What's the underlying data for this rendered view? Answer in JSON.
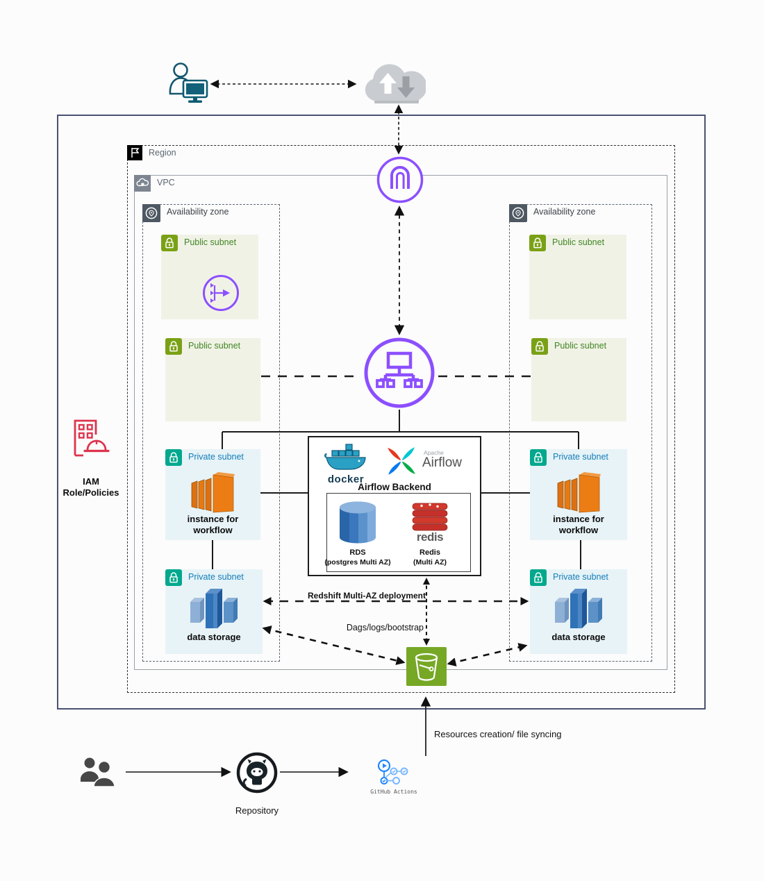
{
  "labels": {
    "region": "Region",
    "vpc": "VPC",
    "availability_zone": "Availability zone",
    "public_subnet": "Public subnet",
    "private_subnet": "Private subnet",
    "ec2_caption": [
      "instance for",
      "workflow"
    ],
    "storage_caption": "data storage",
    "iam_caption": [
      "IAM",
      "Role/Policies"
    ]
  },
  "central": {
    "docker_wordmark": "docker",
    "airflow_apache": "Apache",
    "airflow_wordmark": "Airflow",
    "backend_title": "Airflow Backend",
    "rds_label": "RDS",
    "rds_sub": "(postgres Multi AZ)",
    "redis_wordmark": "redis",
    "redis_label": "Redis",
    "redis_sub": "(Multi AZ)"
  },
  "annotations": {
    "redshift_arrow": "Redshift Multi-AZ deployment",
    "dags_arrow": "Dags/logs/bootstrap",
    "resources_arrow": "Resources creation/ file syncing"
  },
  "footer": {
    "repository": "Repository",
    "github_actions": "GitHub Actions"
  },
  "icons": {
    "user": "user-at-computer-icon",
    "cloud": "cloud-sync-icon",
    "region": "flag-icon",
    "vpc": "vpc-cloud-icon",
    "az": "availability-zone-pin-icon",
    "public_lock": "green-lock-icon",
    "private_lock": "teal-lock-icon",
    "internet_gateway": "internet-gateway-icon",
    "nat_gateway": "nat-gateway-icon",
    "load_balancer": "elastic-load-balancer-icon",
    "ec2": "ec2-instances-icon",
    "redshift": "redshift-data-storage-icon",
    "rds": "rds-database-icon",
    "redis": "redis-stack-icon",
    "docker": "docker-whale-icon",
    "airflow": "airflow-pinwheel-icon",
    "s3": "s3-bucket-icon",
    "iam": "iam-role-icon",
    "users": "users-icon",
    "github": "github-octocat-icon",
    "github_actions": "github-actions-icon"
  },
  "colors": {
    "aws_purple": "#8C4FFF",
    "public_green": "#7AA116",
    "public_text": "#3F8624",
    "private_teal": "#01A88D",
    "private_text": "#147EBA",
    "ec2_orange": "#ED7100",
    "s3_green": "#76A826",
    "iam_red": "#DD344C",
    "redis_red": "#C6302B",
    "rds_blue": "#3B73B9",
    "docker_teal": "#2AA0C4",
    "github_blue": "#2088FF",
    "public_subnet_bg": "#F1F2E6",
    "private_subnet_bg": "#E7F3F7"
  }
}
